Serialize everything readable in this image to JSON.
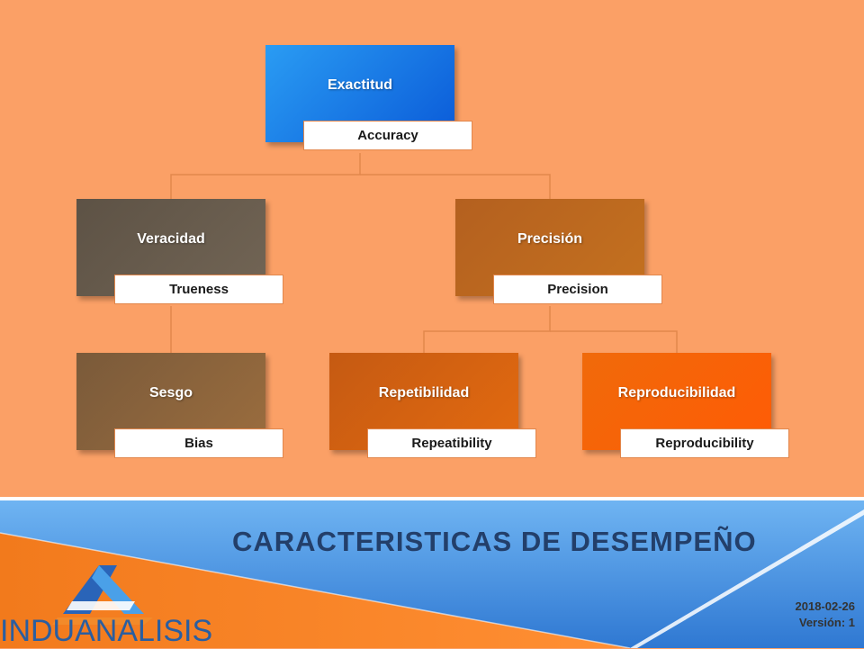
{
  "nodes": {
    "exactitud": {
      "label": "Exactitud",
      "sub": "Accuracy"
    },
    "veracidad": {
      "label": "Veracidad",
      "sub": "Trueness"
    },
    "precision": {
      "label": "Precisión",
      "sub": "Precision"
    },
    "sesgo": {
      "label": "Sesgo",
      "sub": "Bias"
    },
    "repetibilidad": {
      "label": "Repetibilidad",
      "sub": "Repeatibility"
    },
    "reproducibilidad": {
      "label": "Reproducibilidad",
      "sub": "Reproducibility"
    }
  },
  "footer": {
    "title": "CARACTERISTICAS DE DESEMPEÑO",
    "date": "2018-02-26",
    "version": "Versión: 1",
    "logo_text": "INDUANALISIS"
  },
  "colors": {
    "background": "#fba066",
    "connector": "#e2874c",
    "title": "#233f6a",
    "band_blue": "#3f8ee0"
  }
}
